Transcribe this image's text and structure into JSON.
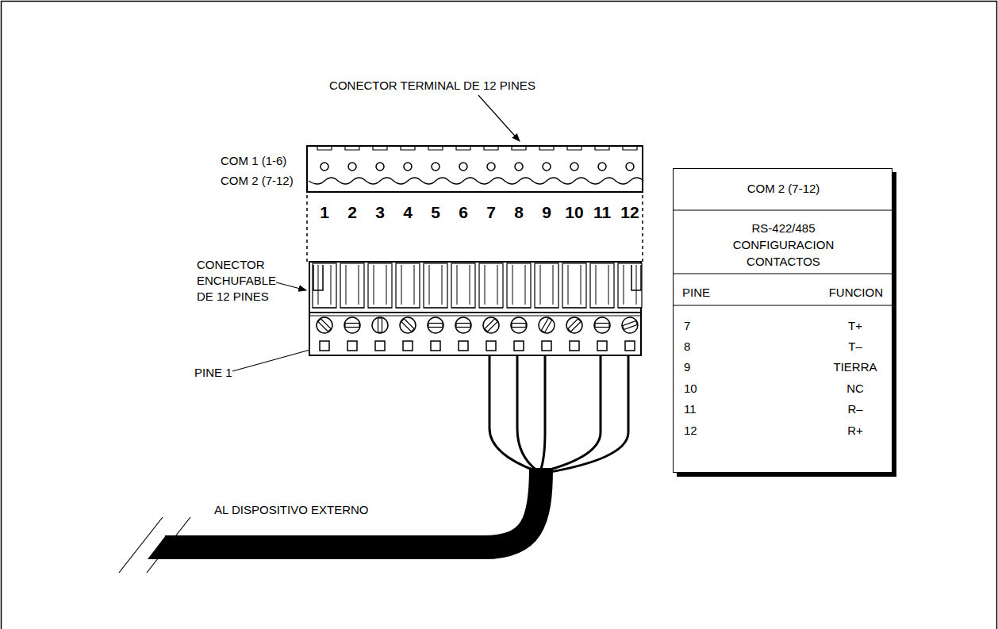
{
  "diagram": {
    "nodes": [
      {
        "text": [
          "COM 2 (7-12)",
          "RS-422/485 CONFIGURACION CONTACTOS"
        ]
      }
    ],
    "labels": [
      "CONECTOR TERMINAL DE 12 PINES",
      "COM 1 (1-6)",
      "COM 2 (7-12)",
      "1",
      "2",
      "3",
      "4",
      "5",
      "6",
      "7",
      "8",
      "9",
      "10",
      "11",
      "12",
      "CONECTOR ENCHUFABLE DE 12 PINES",
      "PINE 1",
      "AL DISPOSITIVO EXTERNO",
      "PINE",
      "FUNCION",
      "7",
      "T+",
      "8",
      "T–",
      "9",
      "TIERRA",
      "10",
      "NC",
      "11",
      "R–",
      "12",
      "R+"
    ]
  }
}
